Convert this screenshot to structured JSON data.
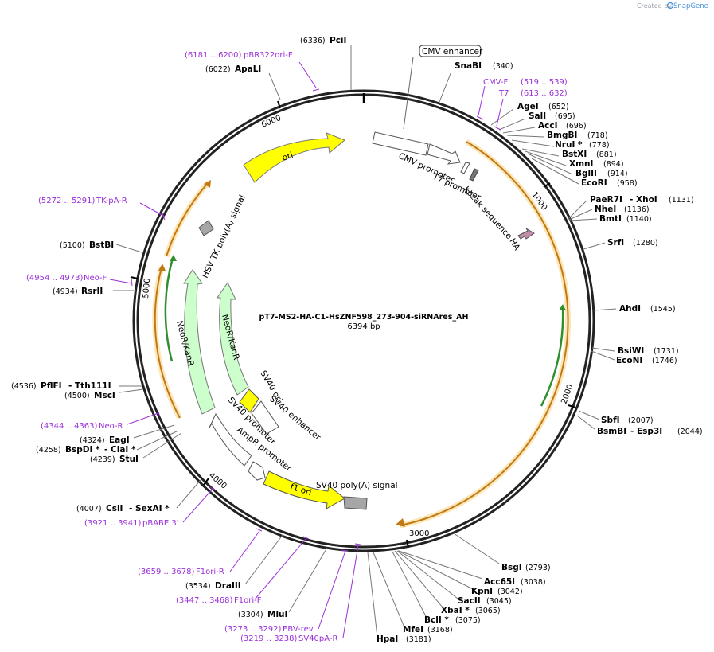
{
  "plasmid": {
    "name": "pT7-MS2-HA-C1-HsZNF598_273-904-siRNAres_AH",
    "length_label": "6394 bp",
    "total_bp": 6394
  },
  "credit": {
    "prefix": "Created by",
    "brand": "SnapGene"
  },
  "tick_labels": [
    "1000",
    "2000",
    "3000",
    "4000",
    "5000",
    "6000"
  ],
  "colors": {
    "backbone": "#222222",
    "primer": "#9b30d9",
    "ori": "#ffff00",
    "marker": "#ccffcc",
    "orf": "#e8a33a",
    "green_orf": "#2f8f2f",
    "promoter": "#ffffff",
    "polyA": "#a6a6a6",
    "tag": "#c08ca8"
  },
  "enzymes": [
    {
      "name": "PciI",
      "pos": "(6336)"
    },
    {
      "name": "ApaLI",
      "pos": "(6022)"
    },
    {
      "name": "SnaBI",
      "pos": "(340)"
    },
    {
      "name": "AgeI",
      "pos": "(652)"
    },
    {
      "name": "SalI",
      "pos": "(695)"
    },
    {
      "name": "AccI",
      "pos": "(696)"
    },
    {
      "name": "BmgBI",
      "pos": "(718)"
    },
    {
      "name": "NruI *",
      "pos": "(778)"
    },
    {
      "name": "BstXI",
      "pos": "(881)"
    },
    {
      "name": "XmnI",
      "pos": "(894)"
    },
    {
      "name": "BglII",
      "pos": "(914)"
    },
    {
      "name": "EcoRI",
      "pos": "(958)"
    },
    {
      "name": "PaeR7I",
      "sep": "- XhoI",
      "pos": "(1131)"
    },
    {
      "name": "NheI",
      "pos": "(1136)"
    },
    {
      "name": "BmtI",
      "pos": "(1140)"
    },
    {
      "name": "SrfI",
      "pos": "(1280)"
    },
    {
      "name": "AhdI",
      "pos": "(1545)"
    },
    {
      "name": "BsiWI",
      "pos": "(1731)"
    },
    {
      "name": "EcoNI",
      "pos": "(1746)"
    },
    {
      "name": "SbfI",
      "pos": "(2007)"
    },
    {
      "name": "BsmBI",
      "sep": "- Esp3I",
      "pos": "(2044)"
    },
    {
      "name": "BsgI",
      "pos": "(2793)"
    },
    {
      "name": "Acc65I",
      "pos": "(3038)"
    },
    {
      "name": "KpnI",
      "pos": "(3042)"
    },
    {
      "name": "SacII",
      "pos": "(3045)"
    },
    {
      "name": "XbaI *",
      "pos": "(3065)"
    },
    {
      "name": "BclI *",
      "pos": "(3075)"
    },
    {
      "name": "MfeI",
      "pos": "(3168)"
    },
    {
      "name": "HpaI",
      "pos": "(3181)"
    },
    {
      "name": "MluI",
      "pos": "(3304)"
    },
    {
      "name": "DraIII",
      "pos": "(3534)"
    },
    {
      "name": "CsiI",
      "sep": "- SexAI *",
      "pos": "(4007)"
    },
    {
      "name": "StuI",
      "pos": "(4239)"
    },
    {
      "name": "BspDI *",
      "sep": "- ClaI *",
      "pos": "(4258)"
    },
    {
      "name": "EagI",
      "pos": "(4324)"
    },
    {
      "name": "MscI",
      "pos": "(4500)"
    },
    {
      "name": "PflFI",
      "sep": "- Tth111I",
      "pos": "(4536)"
    },
    {
      "name": "RsrII",
      "pos": "(4934)"
    },
    {
      "name": "BstBI",
      "pos": "(5100)"
    }
  ],
  "primers": [
    {
      "name": "pBR322ori-F",
      "range": "(6181 .. 6200)"
    },
    {
      "name": "CMV-F",
      "range": "(519 .. 539)"
    },
    {
      "name": "T7",
      "range": "(613 .. 632)"
    },
    {
      "name": "TK-pA-R",
      "range": "(5272 .. 5291)"
    },
    {
      "name": "Neo-F",
      "range": "(4954 .. 4973)"
    },
    {
      "name": "Neo-R",
      "range": "(4344 .. 4363)"
    },
    {
      "name": "pBABE 3'",
      "range": "(3921 .. 3941)"
    },
    {
      "name": "F1ori-R",
      "range": "(3659 .. 3678)"
    },
    {
      "name": "F1ori-F",
      "range": "(3447 .. 3468)"
    },
    {
      "name": "EBV-rev",
      "range": "(3273 .. 3292)"
    },
    {
      "name": "SV40pA-R",
      "range": "(3219 .. 3238)"
    }
  ],
  "features": {
    "cmv_enhancer": "CMV enhancer",
    "cmv_promoter": "CMV promoter",
    "t7_promoter": "T7 promoter",
    "kozak": "Kozak sequence",
    "ha": "HA",
    "ori": "ori",
    "hsv_tk_polya": "HSV TK poly(A) signal",
    "neor_outer": "NeoR/KanR",
    "neor_inner": "NeoR/KanR",
    "sv40_ori": "SV40 ori",
    "sv40_enhancer": "SV40 enhancer",
    "sv40_promoter": "SV40 promoter",
    "ampr_promoter": "AmpR promoter",
    "f1_ori": "f1 ori",
    "sv40_polya": "SV40 poly(A) signal"
  }
}
